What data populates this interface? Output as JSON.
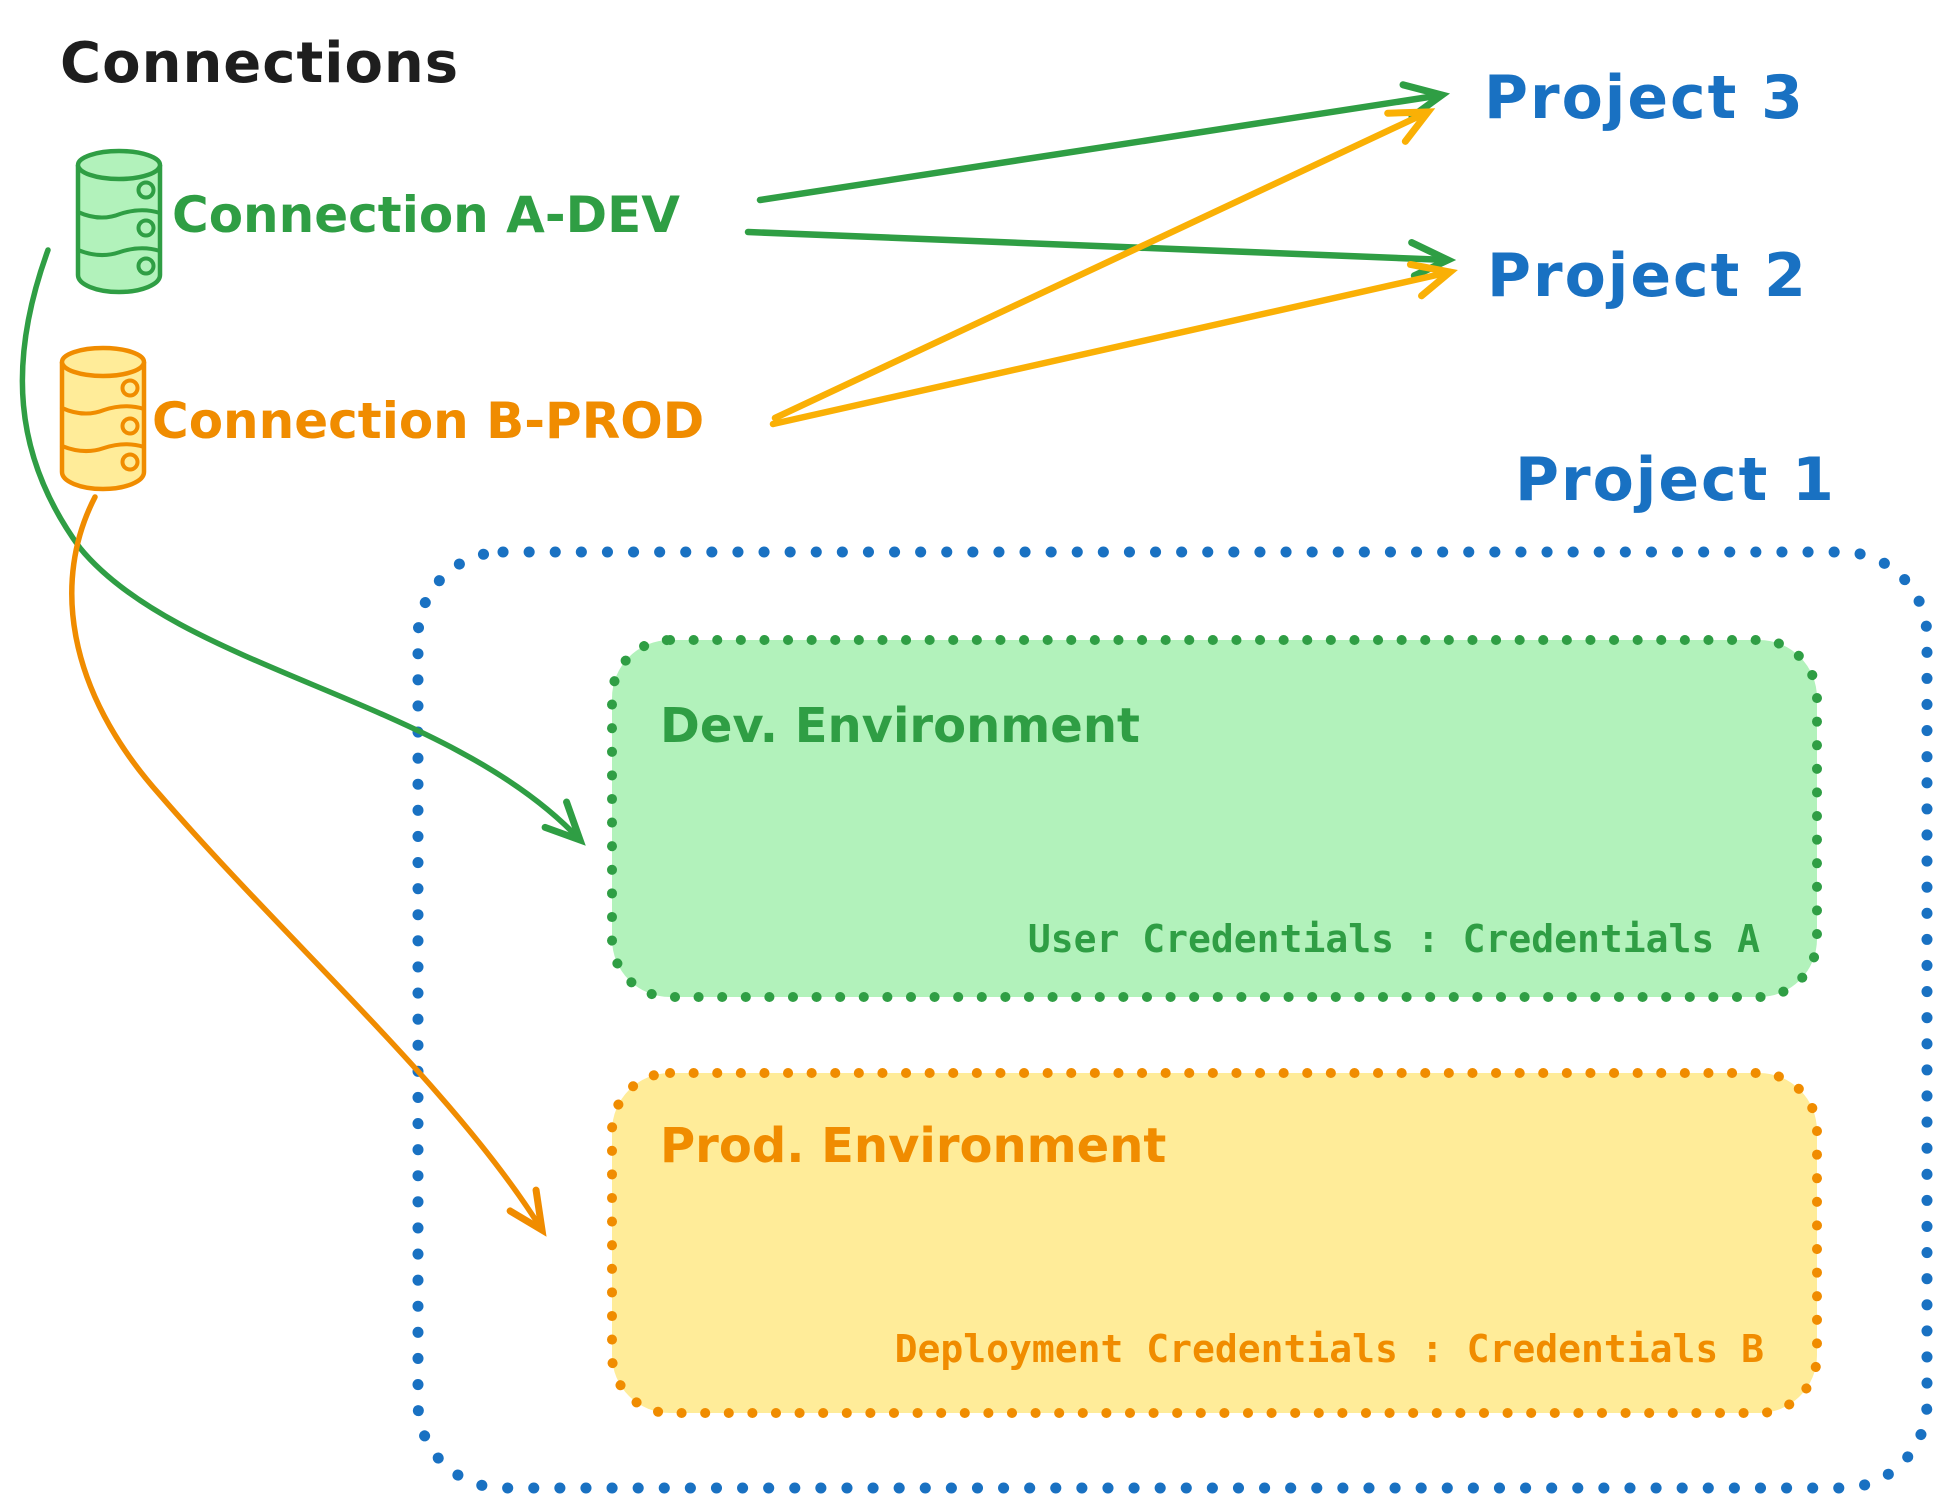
{
  "diagram_title": "Connections",
  "connections": {
    "a_dev": {
      "label": "Connection A-DEV",
      "icon": "database-cylinder",
      "color": "#2f9e44"
    },
    "b_prod": {
      "label": "Connection B-PROD",
      "icon": "database-cylinder",
      "color": "#f08c00"
    }
  },
  "projects": {
    "project_3": {
      "label": "Project 3"
    },
    "project_2": {
      "label": "Project 2"
    },
    "project_1": {
      "label": "Project 1"
    }
  },
  "project_1_detail": {
    "dev_environment": {
      "title": "Dev. Environment",
      "credentials": "User Credentials : Credentials A"
    },
    "prod_environment": {
      "title": "Prod. Environment",
      "credentials": "Deployment Credentials : Credentials B"
    }
  },
  "relationships": [
    {
      "from": "Connection A-DEV",
      "to": "Project 3",
      "style": "straight-arrow"
    },
    {
      "from": "Connection A-DEV",
      "to": "Project 2",
      "style": "straight-arrow"
    },
    {
      "from": "Connection B-PROD",
      "to": "Project 3",
      "style": "straight-arrow"
    },
    {
      "from": "Connection B-PROD",
      "to": "Project 2",
      "style": "straight-arrow"
    },
    {
      "from": "Connection A-DEV",
      "to": "Dev. Environment (Project 1)",
      "style": "curved-arrow"
    },
    {
      "from": "Connection B-PROD",
      "to": "Prod. Environment (Project 1)",
      "style": "curved-arrow"
    }
  ],
  "colors": {
    "text_black": "#1e1e1e",
    "green": "#2f9e44",
    "green_fill": "#b2f2bb",
    "orange": "#f08c00",
    "orange_arrow": "#fab005",
    "yellow_fill": "#ffec99",
    "blue": "#1971c2",
    "background": "#ffffff"
  }
}
